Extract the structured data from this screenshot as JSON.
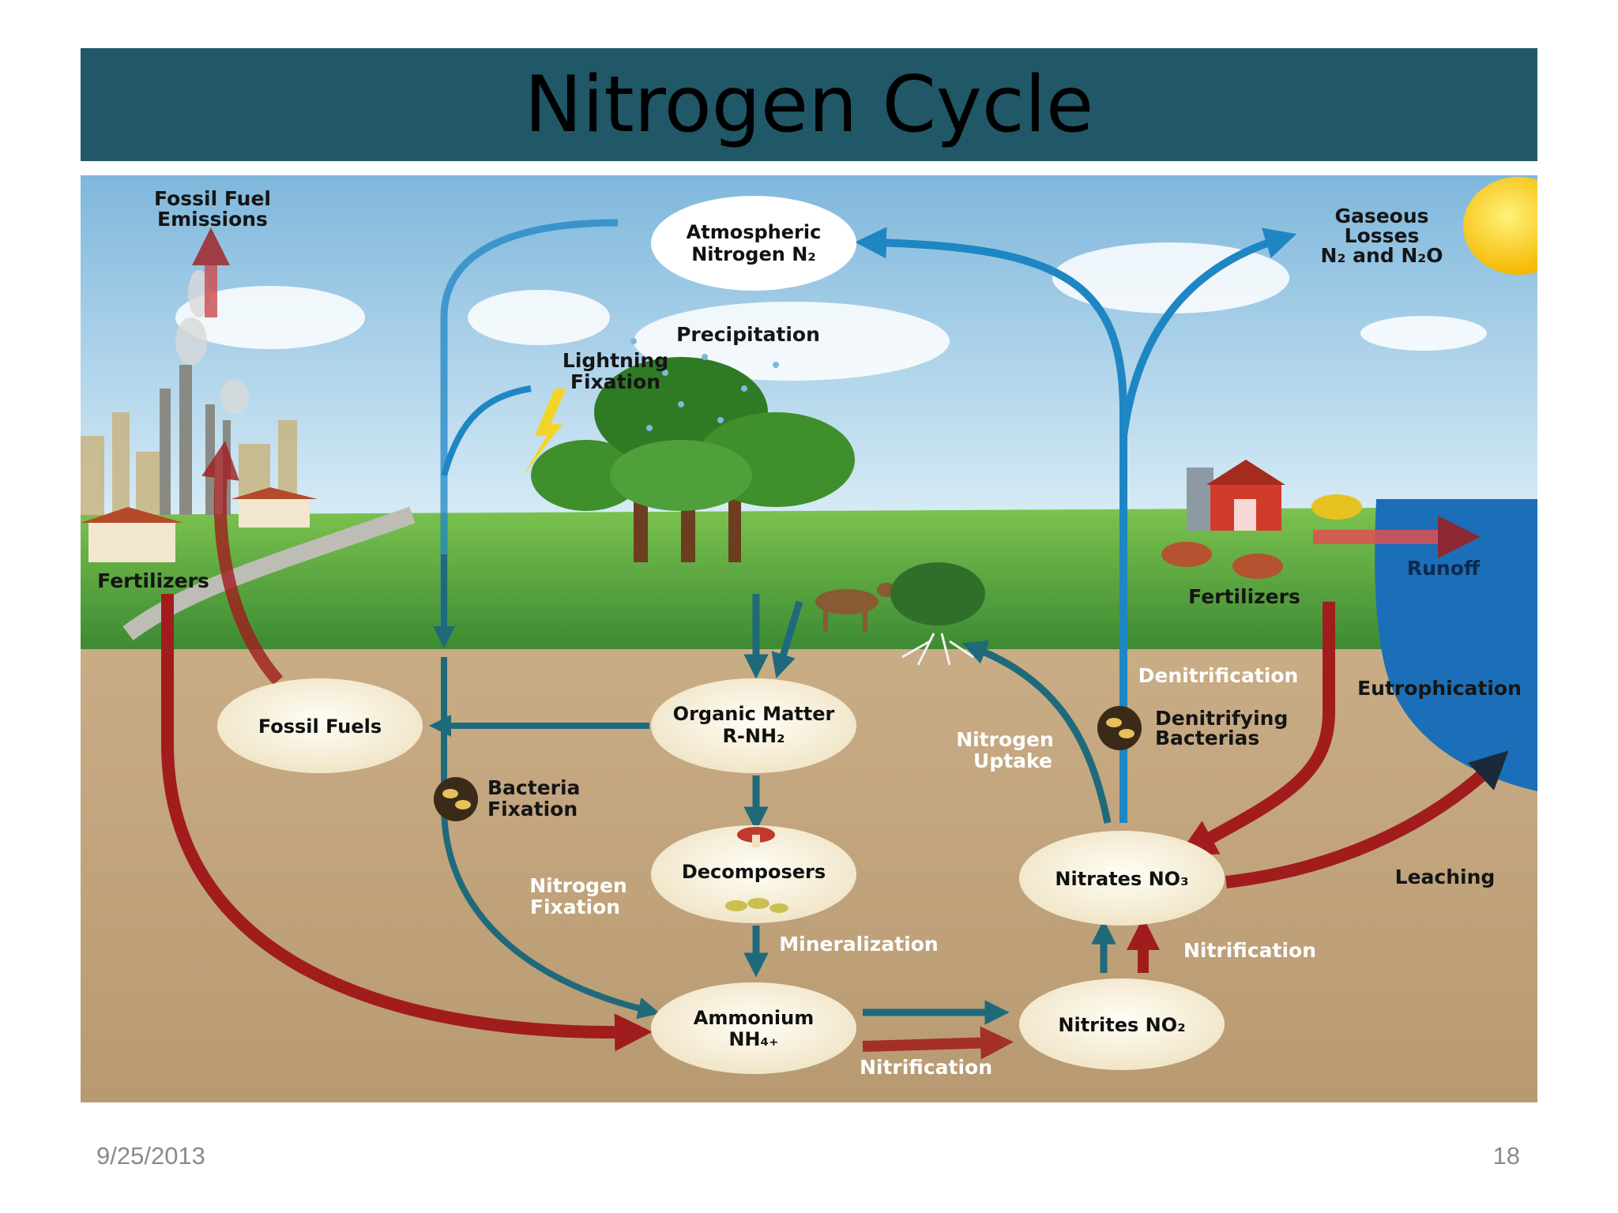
{
  "slide": {
    "title": "Nitrogen Cycle",
    "date": "9/25/2013",
    "page_number": "18"
  },
  "diagram": {
    "nodes": {
      "atmospheric": [
        "Atmospheric",
        "Nitrogen N₂"
      ],
      "fossil_fuels": "Fossil Fuels",
      "organic_matter": [
        "Organic Matter",
        "R-NH₂"
      ],
      "decomposers": "Decomposers",
      "ammonium": [
        "Ammonium",
        "NH₄₊"
      ],
      "nitrites": "Nitrites NO₂",
      "nitrates": "Nitrates NO₃"
    },
    "labels": {
      "fossil_fuel_emissions": [
        "Fossil Fuel",
        "Emissions"
      ],
      "gaseous_losses": [
        "Gaseous",
        "Losses",
        "N₂ and N₂O"
      ],
      "precipitation": "Precipitation",
      "lightning_fixation": [
        "Lightning",
        "Fixation"
      ],
      "fertilizers_left": "Fertilizers",
      "fertilizers_right": "Fertilizers",
      "runoff": "Runoff",
      "eutrophication": "Eutrophication",
      "denitrification": "Denitrification",
      "denitrifying_bacterias": [
        "Denitrifying",
        "Bacterias"
      ],
      "nitrogen_uptake": [
        "Nitrogen",
        "Uptake"
      ],
      "bacteria_fixation": [
        "Bacteria",
        "Fixation"
      ],
      "nitrogen_fixation": [
        "Nitrogen",
        "Fixation"
      ],
      "mineralization": "Mineralization",
      "nitrification_right": "Nitrification",
      "nitrification_bottom": "Nitrification",
      "leaching": "Leaching"
    },
    "colors": {
      "header": "#215868",
      "sky_top": "#7fb7dc",
      "grass": "#4f9e3a",
      "soil": "#c3a67f",
      "water": "#1b6fb8",
      "blue_arrow": "#1f86c4",
      "teal_arrow": "#1f6a7a",
      "red_arrow": "#a11d1d",
      "node_fill": "#fbf5e4"
    }
  }
}
